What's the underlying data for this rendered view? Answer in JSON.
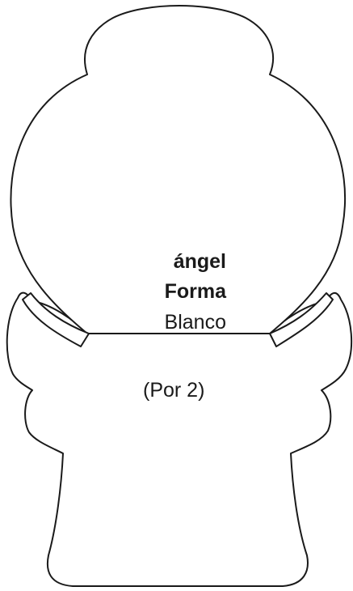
{
  "pattern": {
    "title": "ángel",
    "subtitle": "Forma",
    "color_label": "Blanco",
    "quantity_label": "(Por 2)"
  },
  "colors": {
    "stroke": "#1a1a1a",
    "background": "#ffffff"
  }
}
